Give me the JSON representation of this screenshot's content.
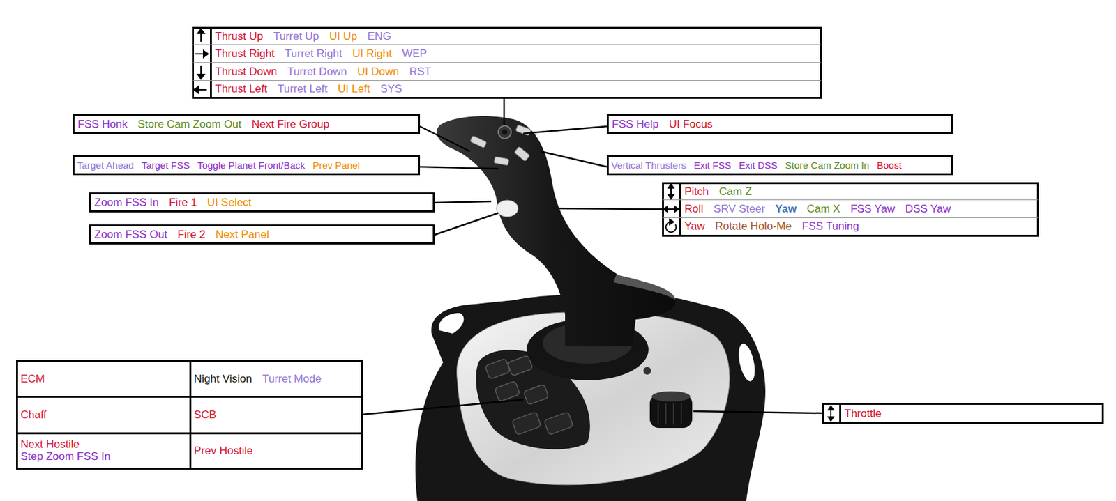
{
  "diagram": {
    "nodes": [
      {
        "text": [
          "Thrust Up",
          "Turret Up",
          "UI Up",
          "ENG"
        ]
      },
      {
        "text": [
          "Thrust Right",
          "Turret Right",
          "UI Right",
          "WEP"
        ]
      },
      {
        "text": [
          "Thrust Down",
          "Turret Down",
          "UI Down",
          "RST"
        ]
      },
      {
        "text": [
          "Thrust Left",
          "Turret Left",
          "UI Left",
          "SYS"
        ]
      },
      {
        "text": [
          "FSS Honk",
          "Store Cam Zoom Out",
          "Next Fire Group"
        ]
      },
      {
        "text": [
          "FSS Help",
          "UI Focus"
        ]
      },
      {
        "text": [
          "Target Ahead",
          "Target FSS",
          "Toggle Planet Front/Back",
          "Prev Panel"
        ]
      },
      {
        "text": [
          "Vertical Thrusters",
          "Exit FSS",
          "Exit DSS",
          "Store Cam Zoom In",
          "Boost"
        ]
      },
      {
        "text": [
          "Pitch",
          "Cam Z"
        ]
      },
      {
        "text": [
          "Roll",
          "SRV Steer",
          "Yaw",
          "Cam X",
          "FSS Yaw",
          "DSS Yaw"
        ]
      },
      {
        "text": [
          "Yaw",
          "Rotate Holo-Me",
          "FSS Tuning"
        ]
      },
      {
        "text": [
          "Zoom FSS In",
          "Fire 1",
          "UI Select"
        ]
      },
      {
        "text": [
          "Zoom FSS Out",
          "Fire 2",
          "Next Panel"
        ]
      },
      {
        "text": [
          "ECM"
        ]
      },
      {
        "text": [
          "Night Vision",
          "Turret Mode"
        ]
      },
      {
        "text": [
          "Chaff"
        ]
      },
      {
        "text": [
          "SCB"
        ]
      },
      {
        "text": [
          "Next Hostile",
          "Step Zoom FSS In"
        ]
      },
      {
        "text": [
          "Prev Hostile"
        ]
      },
      {
        "text": [
          "Throttle"
        ]
      }
    ]
  }
}
